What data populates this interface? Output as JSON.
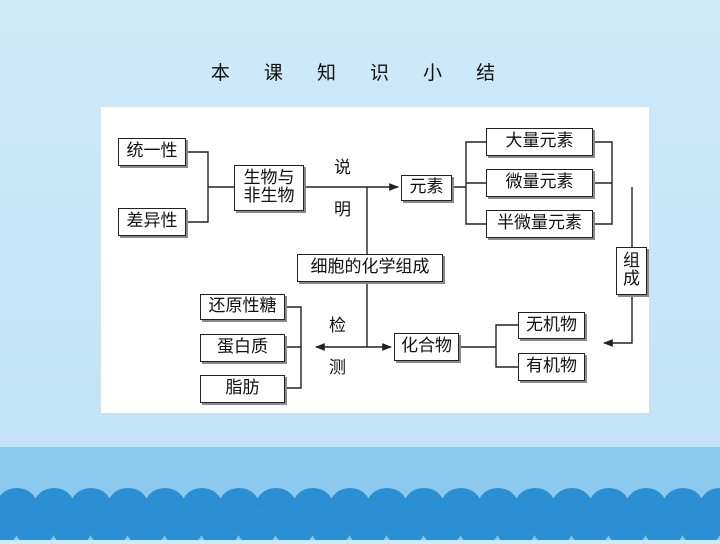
{
  "slide": {
    "title": "本 课 知 识 小 结",
    "colors": {
      "background": "#c5e5f7",
      "panel": "#ffffff",
      "footer": "#8cc9ef",
      "scallop": "#2b8fd3",
      "line": "#222222"
    }
  },
  "diagram": {
    "nodes": {
      "tongyixing": "统一性",
      "chayixing": "差异性",
      "shengwu_line1": "生物与",
      "shengwu_line2": "非生物",
      "yuansu": "元素",
      "daliang": "大量元素",
      "weiliang": "微量元素",
      "banweiliang": "半微量元素",
      "zucheng_line1": "组",
      "zucheng_line2": "成",
      "center": "细胞的化学组成",
      "huanyuan": "还原性糖",
      "danbaizhi": "蛋白质",
      "zhifang": "脂肪",
      "huahewu": "化合物",
      "wujiwu": "无机物",
      "youjiwu": "有机物"
    },
    "labels": {
      "shuo": "说",
      "ming": "明",
      "jian": "检",
      "ce": "测"
    }
  }
}
